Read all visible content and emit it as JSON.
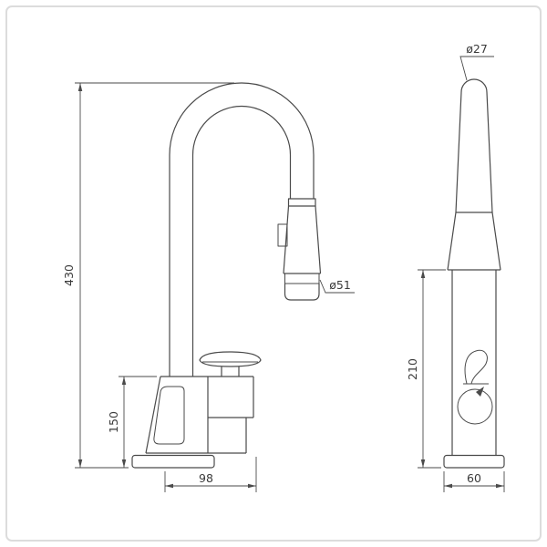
{
  "page": {
    "colors": {
      "background": "#ffffff",
      "frame": "#dcdcdc",
      "line": "#4a4a4a",
      "text": "#3a3a3a"
    }
  },
  "drawing": {
    "front_view": {
      "dim_total_height": "430",
      "dim_body_height": "150",
      "dim_base_width": "98",
      "dim_spray_head_diameter": "ø51"
    },
    "side_view": {
      "dim_spout_diameter": "ø27",
      "dim_body_height": "210",
      "dim_base_depth": "60"
    }
  }
}
